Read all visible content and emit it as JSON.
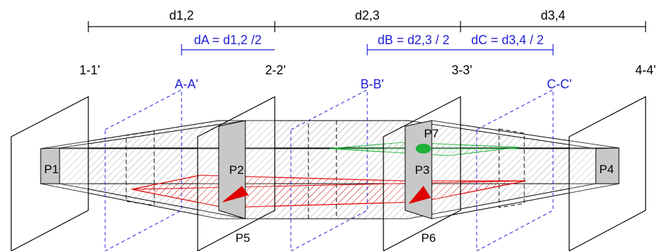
{
  "dimensions": {
    "d12": "d1,2",
    "d23": "d2,3",
    "d34": "d3,4",
    "dA": "dA = d1,2 /2",
    "dB": "dB = d2,3 / 2",
    "dC": "dC = d3,4 / 2"
  },
  "sections": {
    "s1": "1-1'",
    "s2": "2-2'",
    "s3": "3-3'",
    "s4": "4-4'",
    "sA": "A-A'",
    "sB": "B-B'",
    "sC": "C-C'"
  },
  "points": {
    "p1": "P1",
    "p2": "P2",
    "p3": "P3",
    "p4": "P4",
    "p5": "P5",
    "p6": "P6",
    "p7": "P7"
  },
  "colors": {
    "black": "#000000",
    "blue": "#1f1fd8",
    "red": "#e00000",
    "green": "#1fb13a",
    "grey": "#c8c8c8",
    "hatch": "#9a9a9a"
  }
}
